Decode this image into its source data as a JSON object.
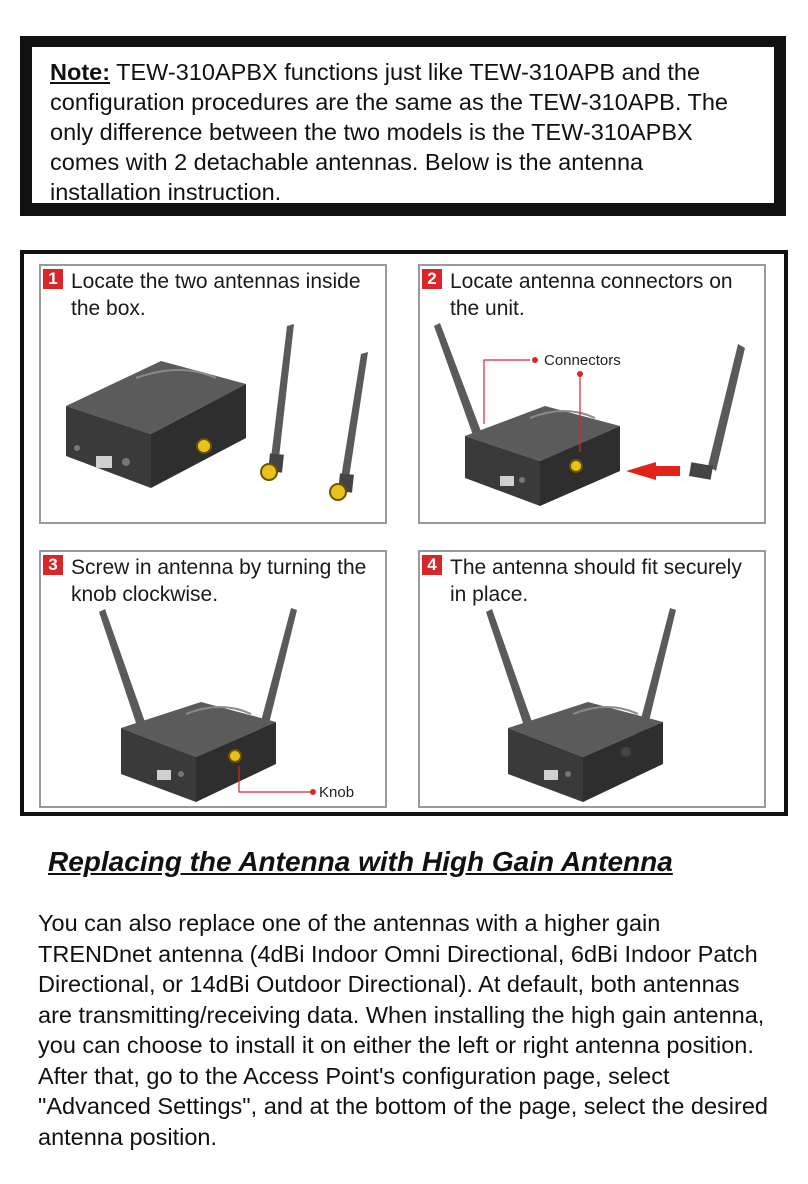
{
  "note": {
    "label": "Note:",
    "text": " TEW-310APBX functions just like TEW-310APB and the configuration procedures are the same as the TEW-310APB. The only difference between the two models is the TEW-310APBX comes with 2 detachable antennas. Below is the antenna installation instruction."
  },
  "steps": [
    {
      "number": "1",
      "caption": "Locate the two antennas inside the box."
    },
    {
      "number": "2",
      "caption": "Locate antenna connectors on the unit.",
      "callout": "Connectors"
    },
    {
      "number": "3",
      "caption": "Screw in antenna by turning the knob clockwise.",
      "callout": "Knob"
    },
    {
      "number": "4",
      "caption": "The antenna should fit securely in place."
    }
  ],
  "heading": "Replacing the Antenna with High Gain Antenna",
  "body": "You can also replace one of the antennas with a higher gain TRENDnet antenna (4dBi Indoor Omni Directional, 6dBi Indoor Patch Directional, or 14dBi Outdoor Directional). At default, both antennas are transmitting/receiving data. When installing the high gain antenna, you can choose to install it on either the left or right antenna position. After that, go to the Access Point's configuration page, select \"Advanced Settings\", and at the bottom of the page, select the desired antenna position.",
  "colors": {
    "step_badge": "#d9262a",
    "device_body": "#4a4a4a",
    "connector": "#e8c21c",
    "arrow": "#e2231a"
  }
}
